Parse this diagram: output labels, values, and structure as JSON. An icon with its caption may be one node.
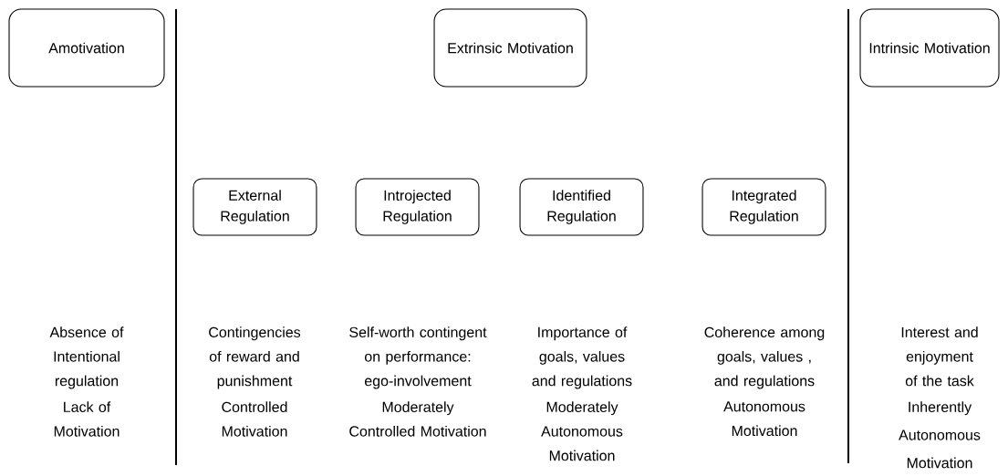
{
  "diagram": {
    "nodes": [
      {
        "text": [
          "Amotivation"
        ]
      },
      {
        "text": [
          "Extrinsic Motivation"
        ]
      },
      {
        "text": [
          "Intrinsic Motivation"
        ]
      },
      {
        "text": [
          "External Regulation"
        ]
      },
      {
        "text": [
          "Introjected Regulation"
        ]
      },
      {
        "text": [
          "Identified Regulation"
        ]
      },
      {
        "text": [
          "Integrated Regulation"
        ]
      }
    ],
    "labels": [
      "Absence of Intentional regulation",
      "Contingencies of reward and punishment",
      "Self-worth contingent on performance: ego-involvement",
      "Importance of goals, values and regulations",
      "Coherence among goals, values , and regulations",
      "Interest and enjoyment of the task",
      "Lack of Motivation",
      "Controlled Motivation",
      "Moderately Controlled Motivation",
      "Moderately Autonomous Motivation",
      "Autonomous Motivation",
      "Inherently Autonomous Motivation"
    ]
  }
}
